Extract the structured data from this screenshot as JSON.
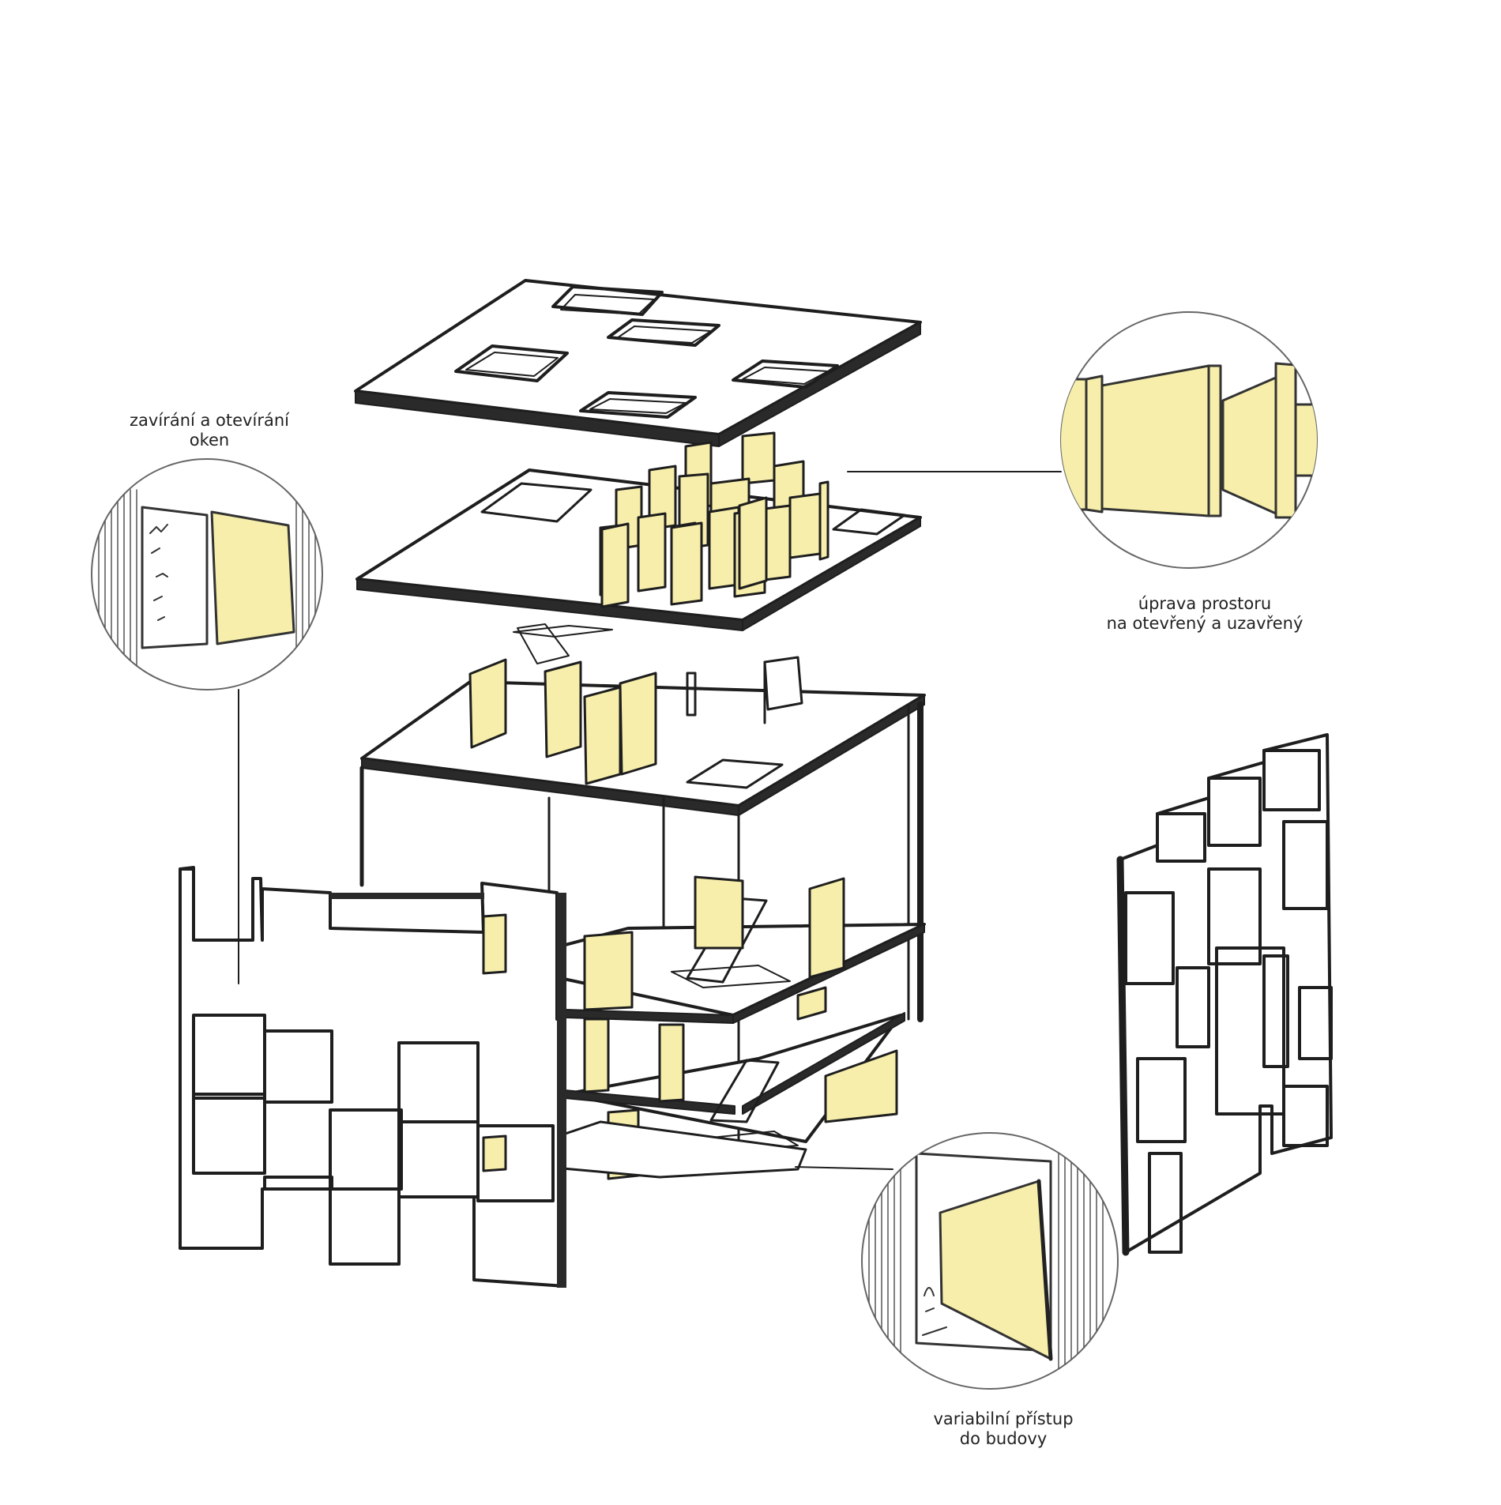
{
  "annotations": {
    "windows": {
      "line1": "zavírání a otevírání",
      "line2": "oken"
    },
    "space": {
      "line1": "úprava prostoru",
      "line2": "na otevřený a uzavřený"
    },
    "access": {
      "line1": "variabilní přístup",
      "line2": "do budovy"
    }
  },
  "colors": {
    "ink": "#1e1e1e",
    "panel": "#f6eeaa",
    "paper": "#ffffff",
    "hatch": "#555555"
  },
  "icons": {
    "windows": "folding-window-panel-icon",
    "space": "sliding-partition-panels-icon",
    "access": "pivot-entrance-door-icon"
  }
}
